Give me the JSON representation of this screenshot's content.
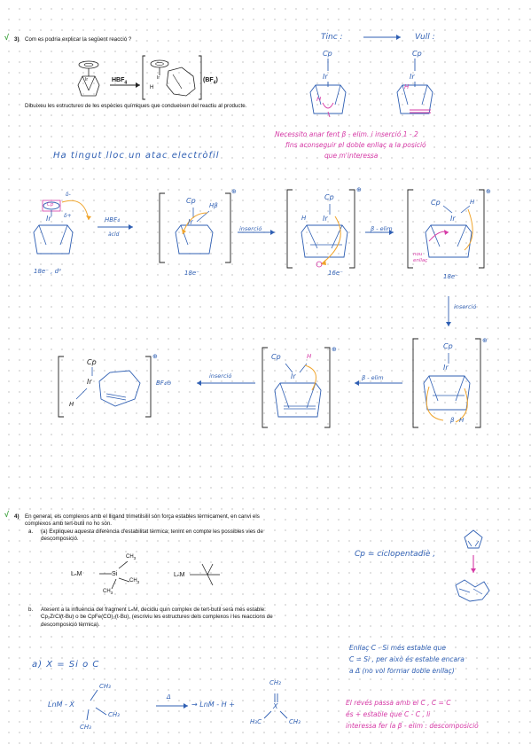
{
  "q3": {
    "check": "√",
    "number": "3)",
    "question": "Com es podria explicar la següent reacció ?",
    "reagent": "HBF",
    "reagent_sub": "4",
    "counterion": "(BF",
    "counterion_sub": "4",
    "counterion_close": ")",
    "metal": "Ir",
    "hydride": "H",
    "instruction": "Dibuixeu les estructures de les espècies químiques que condueixen del reactiu al producte."
  },
  "top_right": {
    "tinc": "Tinc :",
    "vull": "Vull :",
    "cp1": "Cp",
    "cp2": "Cp",
    "ir1": "Ir",
    "ir2": "Ir",
    "h": "H",
    "note": [
      "Necessito anar fent β - elim. i inserció 1 - 2",
      "fins aconseguir el doble enllaç a la posició",
      "que m'interessa"
    ]
  },
  "attack_note": "Ha tingut lloc un atac electròfil",
  "mech_row1": {
    "cp_label": "Cp",
    "delta_minus": "δ-",
    "delta_plus": "δ+",
    "ir": "Ir",
    "hbf4": "HBF₄",
    "acid": "àcid",
    "count1": "18e⁻ , d⁹",
    "cp2": "Cp",
    "h_beta": "Hβ",
    "ir2": "Ir",
    "plus": "⊕",
    "count2": "18e⁻",
    "insercio": "inserció",
    "h3": "H",
    "ir3": "Ir",
    "cp3": "Cp",
    "count3": "16e⁻",
    "beta_elim": "β - elim",
    "cp4": "Cp",
    "h4": "H",
    "ir4": "Ir",
    "nou": "nou enllaç",
    "count4": "18e⁻"
  },
  "mech_right_down": "inserció",
  "mech_row2": {
    "cp5": "Cp",
    "ir5": "Ir",
    "h5": "H",
    "beta_h": "β",
    "beta_elim": "β - elim",
    "cp6": "Cp",
    "h6": "H",
    "ir6": "Ir",
    "insercio": "inserció",
    "cp7": "Cp",
    "ir7": "Ir",
    "h7": "H",
    "bf4": "BF₄⊖",
    "plus": "⊕"
  },
  "cp_def": {
    "text": "Cp = ciclopentadiè ,"
  },
  "q4": {
    "check": "√",
    "number": "4)",
    "intro_line1": "En general, els complexos amb el lligand trimetilsilil són força estables tèrmicament, en canvi els",
    "intro_line2": "complexos amb tert-butil no ho són.",
    "a_label": "a.",
    "a_text_line1": "(a) Expliqueu aquesta diferència d'estabilitat tèrmica, tenint en compte les possibles vies de",
    "a_text_line2": "descomposició.",
    "lnm": "LₙM",
    "si": "Si",
    "ch3": "CH",
    "ch3_sub": "3",
    "b_label": "b.",
    "b_text_line1": "Atesent a la influència del fragment LₙM, decidiu quin complex de tert-butil serà més estable:",
    "b_text_line2": "Cp₂ZrCl(t-Bu) o be CpFe(CO)₂(t-Bu),  (escriviu les estructures dels complexos i les reaccions de",
    "b_text_line3": "descomposició tèrmica)."
  },
  "answer": {
    "a": "a)   X = Si  o  C",
    "lnm": "LnM - X",
    "ch3_a": "CH₃",
    "ch3_b": "CH₃",
    "ch3_c": "CH₃",
    "delta": "Δ",
    "product": "→ LnM - H   +",
    "ch2": "CH₂",
    "x": "X",
    "h3c": "H₃C",
    "ch3_d": "CH₃",
    "explain_black": [
      "Enllaç  C - Si  més estable que",
      "C = Si ,  per això és estable encara",
      "a  Δ  (no vol formar doble enllaç)"
    ],
    "explain_pink": [
      "El revés passa amb el C ,  C = C",
      "és + estable que C - C ,  li",
      "interessa  fer la β - elim : descomposició"
    ]
  }
}
